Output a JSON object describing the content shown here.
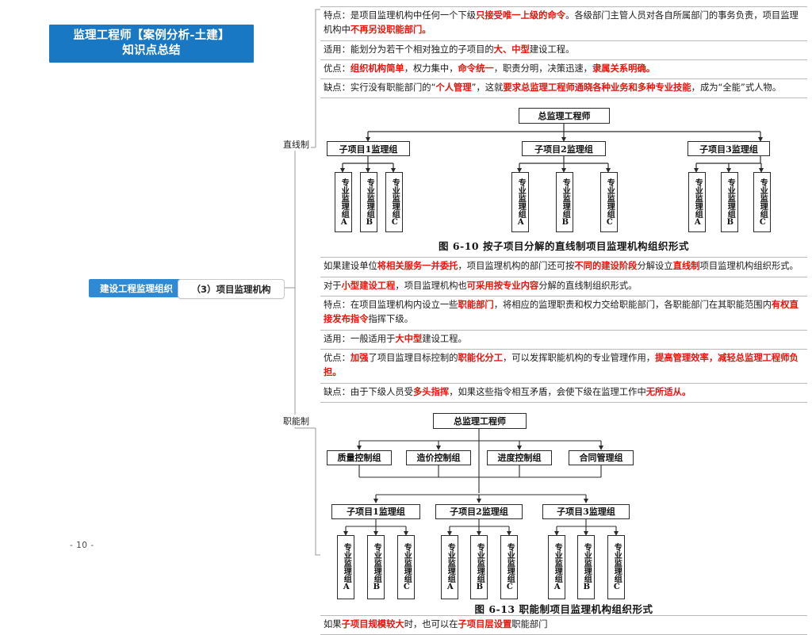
{
  "title": {
    "line1": "监理工程师【案例分析-土建】",
    "line2": "知识点总结"
  },
  "page_number": "- 10 -",
  "mindmap": {
    "root_label": "建设工程监理组织",
    "level2_label": "（3）项目监理机构",
    "branches": [
      {
        "label": "直线制"
      },
      {
        "label": "职能制"
      }
    ]
  },
  "sections": {
    "linear": {
      "rows": [
        {
          "lead": "特点：",
          "parts": [
            {
              "t": "是项目监理机构中任何一个下级",
              "hl": false
            },
            {
              "t": "只接受唯一上级的命令",
              "hl": true
            },
            {
              "t": "。各级部门主管人员对各自所属部门的事务负责，项目监理机构中",
              "hl": false
            },
            {
              "t": "不再另设职能部门。",
              "hl": true
            }
          ]
        },
        {
          "lead": "适用：",
          "parts": [
            {
              "t": "能划分为若干个相对独立的子项目的",
              "hl": false
            },
            {
              "t": "大、中型",
              "hl": true
            },
            {
              "t": "建设工程。",
              "hl": false
            }
          ]
        },
        {
          "lead": "优点：",
          "parts": [
            {
              "t": "组织机构简单",
              "hl": true
            },
            {
              "t": "，权力集中，",
              "hl": false
            },
            {
              "t": "命令统一",
              "hl": true
            },
            {
              "t": "，职责分明，决策迅速，",
              "hl": false
            },
            {
              "t": "隶属关系明确。",
              "hl": true
            }
          ]
        },
        {
          "lead": "缺点：",
          "parts": [
            {
              "t": "实行没有职能部门的“",
              "hl": false
            },
            {
              "t": "个人管理",
              "hl": true
            },
            {
              "t": "”，这就",
              "hl": false
            },
            {
              "t": "要求总监理工程师通晓各种业务和多种专业技能",
              "hl": true
            },
            {
              "t": "，成为“全能”式人物。",
              "hl": false
            }
          ]
        }
      ]
    },
    "middle": {
      "rows": [
        {
          "lead": "",
          "parts": [
            {
              "t": "如果建设单位",
              "hl": false
            },
            {
              "t": "将相关服务一并委托",
              "hl": true
            },
            {
              "t": "，项目监理机构的部门还可按",
              "hl": false
            },
            {
              "t": "不同的建设阶段",
              "hl": true
            },
            {
              "t": "分解设立",
              "hl": false
            },
            {
              "t": "直线制",
              "hl": true
            },
            {
              "t": "项目监理机构组织形式。",
              "hl": false
            }
          ]
        },
        {
          "lead": "",
          "parts": [
            {
              "t": "对于",
              "hl": false
            },
            {
              "t": "小型建设工程",
              "hl": true
            },
            {
              "t": "，项目监理机构也",
              "hl": false
            },
            {
              "t": "可采用按专业内容",
              "hl": true
            },
            {
              "t": "分解的直线制组织形式。",
              "hl": false
            }
          ]
        }
      ]
    },
    "functional": {
      "rows": [
        {
          "lead": "特点：",
          "parts": [
            {
              "t": "在项目监理机构内设立一些",
              "hl": false
            },
            {
              "t": "职能部门",
              "hl": true
            },
            {
              "t": "，将相应的监理职责和权力交给职能部门，各职能部门在其职能范围内",
              "hl": false
            },
            {
              "t": "有权直接发布指令",
              "hl": true
            },
            {
              "t": "指挥下级。",
              "hl": false
            }
          ]
        },
        {
          "lead": "适用：",
          "parts": [
            {
              "t": "一般适用于",
              "hl": false
            },
            {
              "t": "大中型",
              "hl": true
            },
            {
              "t": "建设工程。",
              "hl": false
            }
          ]
        },
        {
          "lead": "优点：",
          "parts": [
            {
              "t": "加强",
              "hl": true
            },
            {
              "t": "了项目监理目标控制的",
              "hl": false
            },
            {
              "t": "职能化分工",
              "hl": true
            },
            {
              "t": "，可以发挥职能机构的专业管理作用，",
              "hl": false
            },
            {
              "t": "提高管理效率，减轻总监理工程师负担。",
              "hl": true
            }
          ]
        },
        {
          "lead": "缺点：",
          "parts": [
            {
              "t": "由于下级人员受",
              "hl": false
            },
            {
              "t": "多头指挥",
              "hl": true
            },
            {
              "t": "，如果这些指令相互矛盾，会使下级在监理工作中",
              "hl": false
            },
            {
              "t": "无所适从。",
              "hl": true
            }
          ]
        }
      ]
    },
    "footer": {
      "rows": [
        {
          "lead": "",
          "parts": [
            {
              "t": "如果",
              "hl": false
            },
            {
              "t": "子项目规模较大",
              "hl": true
            },
            {
              "t": "时，也可以在",
              "hl": false
            },
            {
              "t": "子项目层设置",
              "hl": true
            },
            {
              "t": "职能部门",
              "hl": false
            }
          ]
        }
      ]
    }
  },
  "figures": [
    {
      "id": "fig-6-10",
      "caption": "图 6-10  按子项目分解的直线制项目监理机构组织形式",
      "top_node": "总监理工程师",
      "mid_nodes": [
        "子项目1监理组",
        "子项目2监理组",
        "子项目3监理组"
      ],
      "leaf_groups": [
        [
          "专业监理组A",
          "专业监理组B",
          "专业监理组C"
        ],
        [
          "专业监理组A",
          "专业监理组B",
          "专业监理组C"
        ],
        [
          "专业监理组A",
          "专业监理组B",
          "专业监理组C"
        ]
      ]
    },
    {
      "id": "fig-6-13",
      "caption": "图 6-13  职能制项目监理机构组织形式",
      "top_node": "总监理工程师",
      "func_nodes": [
        "质量控制组",
        "造价控制组",
        "进度控制组",
        "合同管理组"
      ],
      "mid_nodes": [
        "子项目1监理组",
        "子项目2监理组",
        "子项目3监理组"
      ],
      "leaf_groups": [
        [
          "专业监理组A",
          "专业监理组B",
          "专业监理组C"
        ],
        [
          "专业监理组A",
          "专业监理组B",
          "专业监理组C"
        ],
        [
          "专业监理组A",
          "专业监理组B",
          "专业监理组C"
        ]
      ]
    }
  ],
  "colors": {
    "brand_blue": "#1878c4",
    "node_blue": "#2f8ad6",
    "highlight_red": "#e8140c",
    "rule_gray": "#b9b9b9"
  }
}
